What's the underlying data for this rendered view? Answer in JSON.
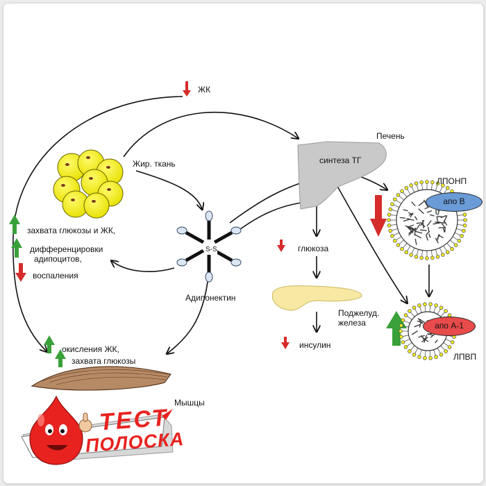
{
  "labels": {
    "fa_top": "ЖК",
    "adipose": "Жир. ткань",
    "liver": "Печень",
    "tg_synthesis": "синтеза ТГ",
    "vldl": "ЛПОНП",
    "apo_b": "апо В",
    "glucose": "глюкоза",
    "pancreas_line1": "Поджелуд.",
    "pancreas_line2": "железа",
    "insulin": "инсулин",
    "hdl": "ЛПВП",
    "apo_a1": "апо А-1",
    "adiponectin": "Адипонектин",
    "ss_bond": "S-S",
    "glucose_fa_uptake": "захвата глюкозы и ЖК,",
    "differentiation_line1": "дифференцировки",
    "differentiation_line2": "адипоцитов,",
    "inflammation": "воспаления",
    "fa_oxidation": "окисления ЖК,",
    "glucose_uptake": "захвата глюкозы",
    "muscles": "Мышцы"
  },
  "logo": {
    "line1": "ТЕСТ",
    "line2": "ПОЛОСКА"
  },
  "colors": {
    "up_arrow": "#3aa13a",
    "down_arrow": "#d62b2b",
    "fat_cell": "#f2ee1c",
    "fat_nucleus": "#7a3b1c",
    "liver": "#c9c9c9",
    "pancreas": "#f7e8a3",
    "muscle": "#b78a66",
    "apo_b": "#6a9bd6",
    "apo_a1": "#e84b4b",
    "logo_red": "#e8221f"
  }
}
